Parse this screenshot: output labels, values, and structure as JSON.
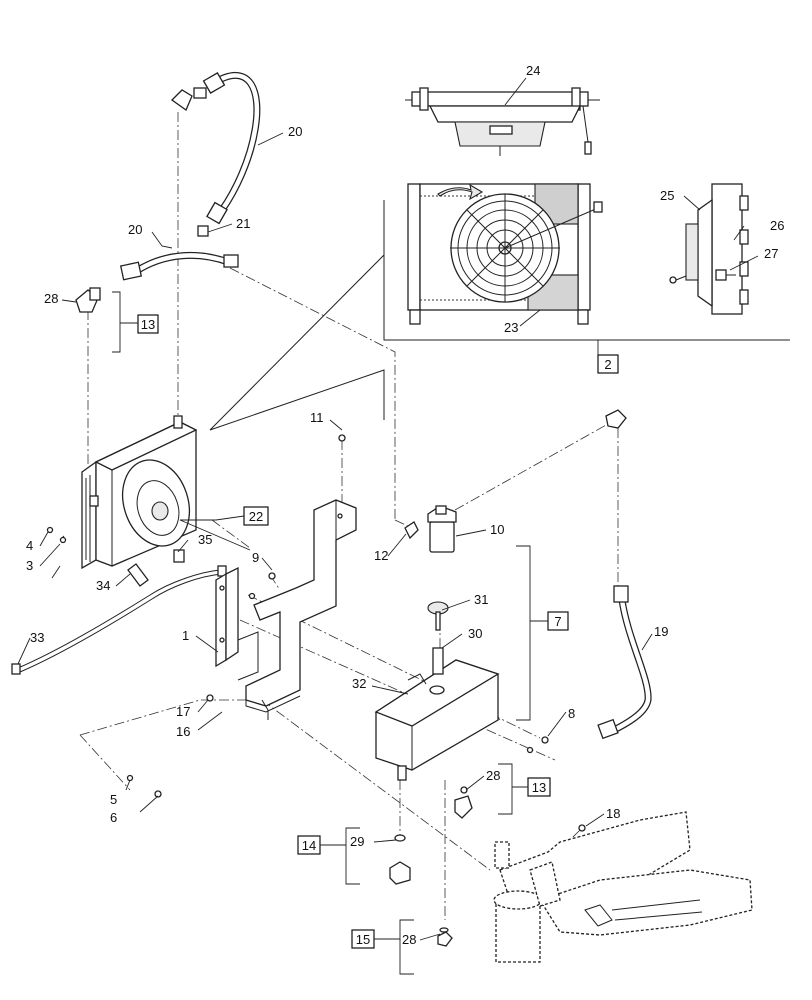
{
  "callouts": {
    "c1": "1",
    "c2": "2",
    "c3": "3",
    "c4": "4",
    "c5": "5",
    "c6": "6",
    "c7": "7",
    "c8": "8",
    "c9": "9",
    "c10": "10",
    "c11": "11",
    "c12": "12",
    "c13a": "13",
    "c13b": "13",
    "c14": "14",
    "c15": "15",
    "c16": "16",
    "c17": "17",
    "c18": "18",
    "c19": "19",
    "c20a": "20",
    "c20b": "20",
    "c21": "21",
    "c22": "22",
    "c23": "23",
    "c24": "24",
    "c25": "25",
    "c26": "26",
    "c27": "27",
    "c28a": "28",
    "c28b": "28",
    "c28c": "28",
    "c29": "29",
    "c30": "30",
    "c31": "31",
    "c32": "32",
    "c33": "33",
    "c34": "34",
    "c35": "35"
  }
}
